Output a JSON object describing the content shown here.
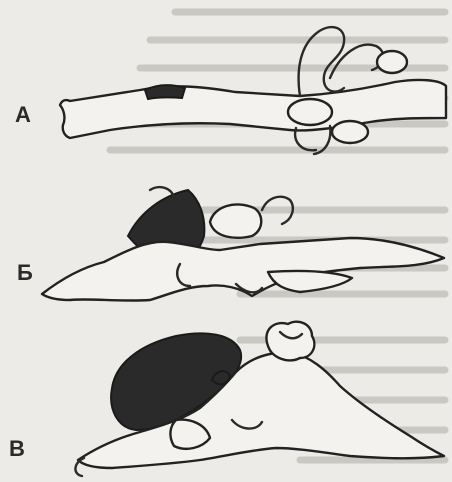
{
  "figure": {
    "panels": [
      {
        "id": "A",
        "label": "А"
      },
      {
        "id": "B",
        "label": "Б"
      },
      {
        "id": "V",
        "label": "В"
      }
    ]
  },
  "colors": {
    "background": "#ecebe7",
    "ink": "#2a2a2a",
    "bleed_through": "#c9c8c3",
    "tissue_fill": "#f3f2ee"
  }
}
